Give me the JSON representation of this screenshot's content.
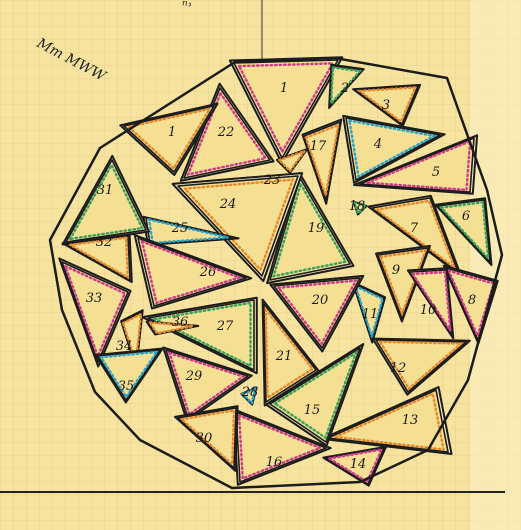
{
  "page": {
    "kind": "hand-drawn sketch on graph paper",
    "scribble_text": "Mm MWW",
    "top_mark": "ⁿ˒"
  },
  "colors": {
    "paper": "#f6e3a0",
    "grid": "#e7cf86",
    "ink": "#1c1c1c",
    "band": "#f3e7b7",
    "magenta": "#cf3a8c",
    "green": "#3aa35a",
    "cyan": "#2aa4c6",
    "orange": "#e58a2c"
  },
  "triangles": [
    {
      "label": "1",
      "color": "magenta"
    },
    {
      "label": "2",
      "color": "green"
    },
    {
      "label": "3",
      "color": "orange"
    },
    {
      "label": "4",
      "color": "cyan"
    },
    {
      "label": "5",
      "color": "magenta"
    },
    {
      "label": "6",
      "color": "green"
    },
    {
      "label": "7",
      "color": "orange"
    },
    {
      "label": "8",
      "color": "magenta"
    },
    {
      "label": "9",
      "color": "orange"
    },
    {
      "label": "10",
      "color": "magenta"
    },
    {
      "label": "11",
      "color": "cyan"
    },
    {
      "label": "12",
      "color": "orange"
    },
    {
      "label": "13",
      "color": "orange"
    },
    {
      "label": "14",
      "color": "magenta"
    },
    {
      "label": "15",
      "color": "green"
    },
    {
      "label": "16",
      "color": "magenta"
    },
    {
      "label": "17",
      "color": "orange"
    },
    {
      "label": "18",
      "color": "green"
    },
    {
      "label": "19",
      "color": "green"
    },
    {
      "label": "20",
      "color": "magenta"
    },
    {
      "label": "21",
      "color": "orange"
    },
    {
      "label": "22",
      "color": "magenta"
    },
    {
      "label": "23",
      "color": "orange"
    },
    {
      "label": "24",
      "color": "orange"
    },
    {
      "label": "25",
      "color": "cyan"
    },
    {
      "label": "26",
      "color": "magenta"
    },
    {
      "label": "27",
      "color": "green"
    },
    {
      "label": "28",
      "color": "cyan"
    },
    {
      "label": "29",
      "color": "magenta"
    },
    {
      "label": "30",
      "color": "orange"
    },
    {
      "label": "31",
      "color": "green"
    },
    {
      "label": "32",
      "color": "orange"
    },
    {
      "label": "33",
      "color": "magenta"
    },
    {
      "label": "34",
      "color": "orange"
    },
    {
      "label": "35",
      "color": "cyan"
    },
    {
      "label": "36",
      "color": "orange"
    },
    {
      "label": "1",
      "color": "orange"
    }
  ]
}
